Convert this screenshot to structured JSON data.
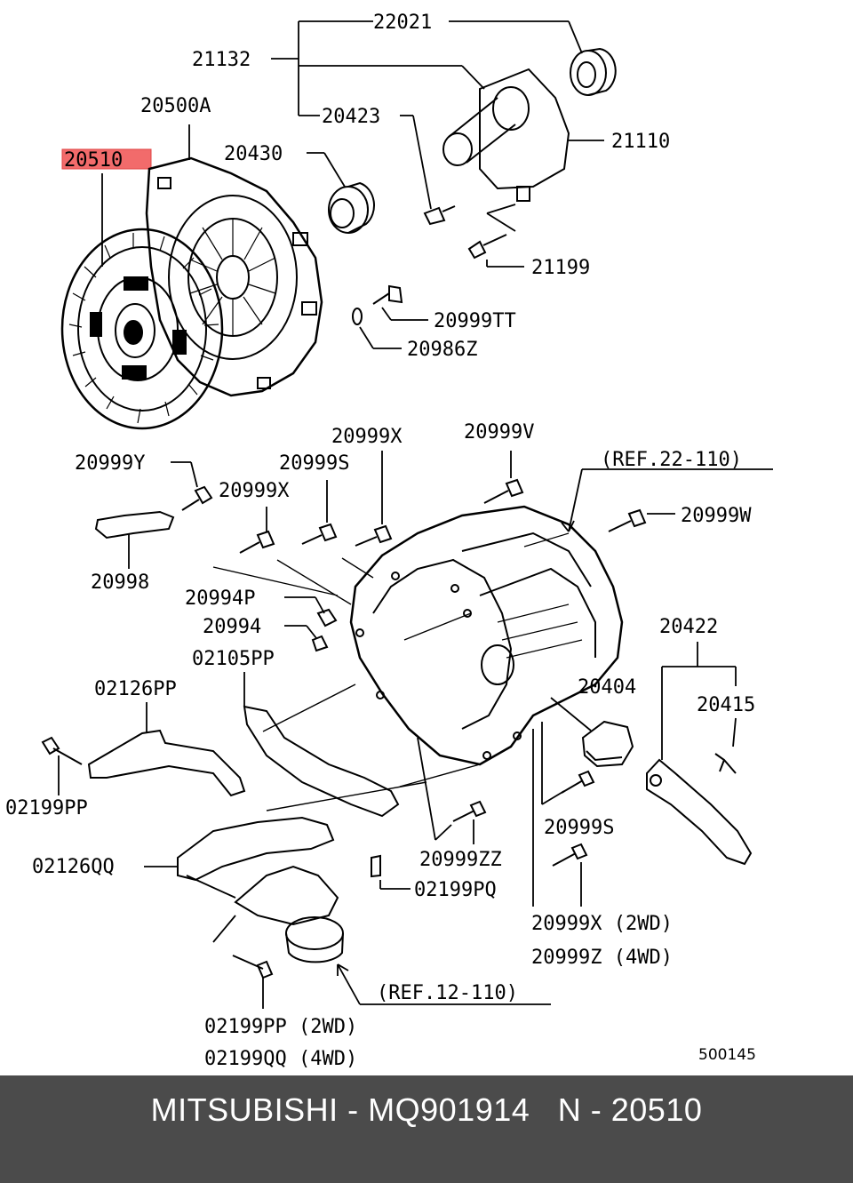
{
  "labels": {
    "p22021": "22021",
    "p21132": "21132",
    "p20423": "20423",
    "p20500A": "20500A",
    "p20510": "20510",
    "p20430": "20430",
    "p21110": "21110",
    "p21199": "21199",
    "p20999TT": "20999TT",
    "p20986Z": "20986Z",
    "p20999X_top": "20999X",
    "p20999V": "20999V",
    "p20999Y": "20999Y",
    "p20999S_top": "20999S",
    "p20999X_mid": "20999X",
    "ref22": "(REF.22-110)",
    "p20999W": "20999W",
    "p20998": "20998",
    "p20994P": "20994P",
    "p20994": "20994",
    "p02105PP": "02105PP",
    "p20422": "20422",
    "p02126PP": "02126PP",
    "p20404": "20404",
    "p20415": "20415",
    "p02199PP_left": "02199PP",
    "p20999S_bot": "20999S",
    "p20999ZZ": "20999ZZ",
    "p02126QQ": "02126QQ",
    "p02199PQ": "02199PQ",
    "p20999X_2wd": "20999X (2WD)",
    "p20999Z_4wd": "20999Z (4WD)",
    "ref12": "(REF.12-110)",
    "p02199PP_2wd": "02199PP (2WD)",
    "p02199QQ_4wd": "02199QQ (4WD)",
    "code": "500145"
  },
  "highlight_color": "#f26b6b",
  "footer": {
    "text": "MITSUBISHI - MQ901914   N - 20510",
    "background": "#4b4b4b"
  }
}
